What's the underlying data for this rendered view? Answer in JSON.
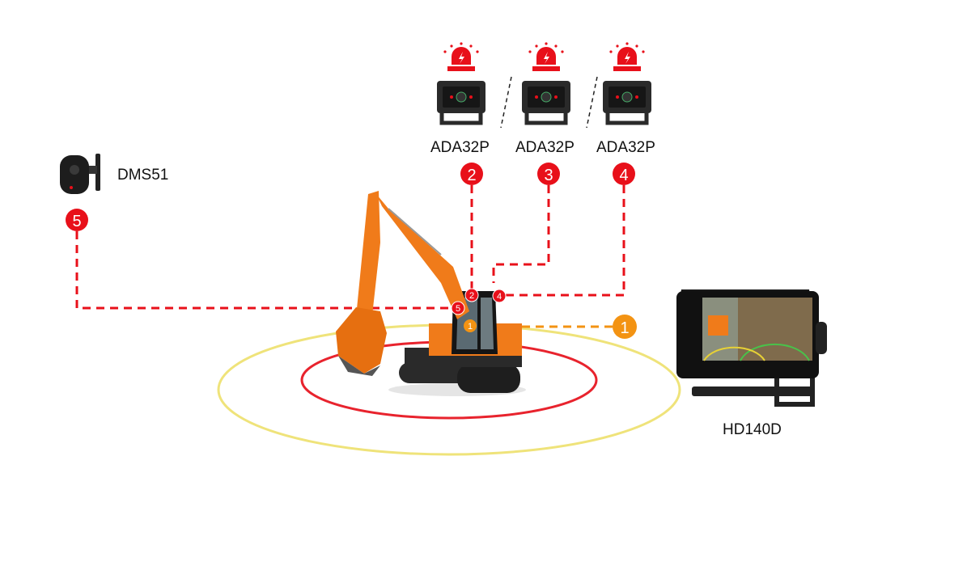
{
  "colors": {
    "alarm_red": "#e8101a",
    "badge_orange": "#f39313",
    "zone_yellow": "#efe37a",
    "zone_red": "#e8232d",
    "excavator_orange": "#f07b1a"
  },
  "devices": {
    "dms": {
      "label": "DMS51",
      "badge": "5"
    },
    "cameras": [
      {
        "label": "ADA32P",
        "badge": "2",
        "icon": "alarm-beacon-icon"
      },
      {
        "label": "ADA32P",
        "badge": "3",
        "icon": "alarm-beacon-icon"
      },
      {
        "label": "ADA32P",
        "badge": "4",
        "icon": "alarm-beacon-icon"
      }
    ],
    "monitor": {
      "label": "HD140D",
      "badge": "1"
    }
  },
  "excavator_markers": [
    "2",
    "4",
    "5",
    "1"
  ]
}
